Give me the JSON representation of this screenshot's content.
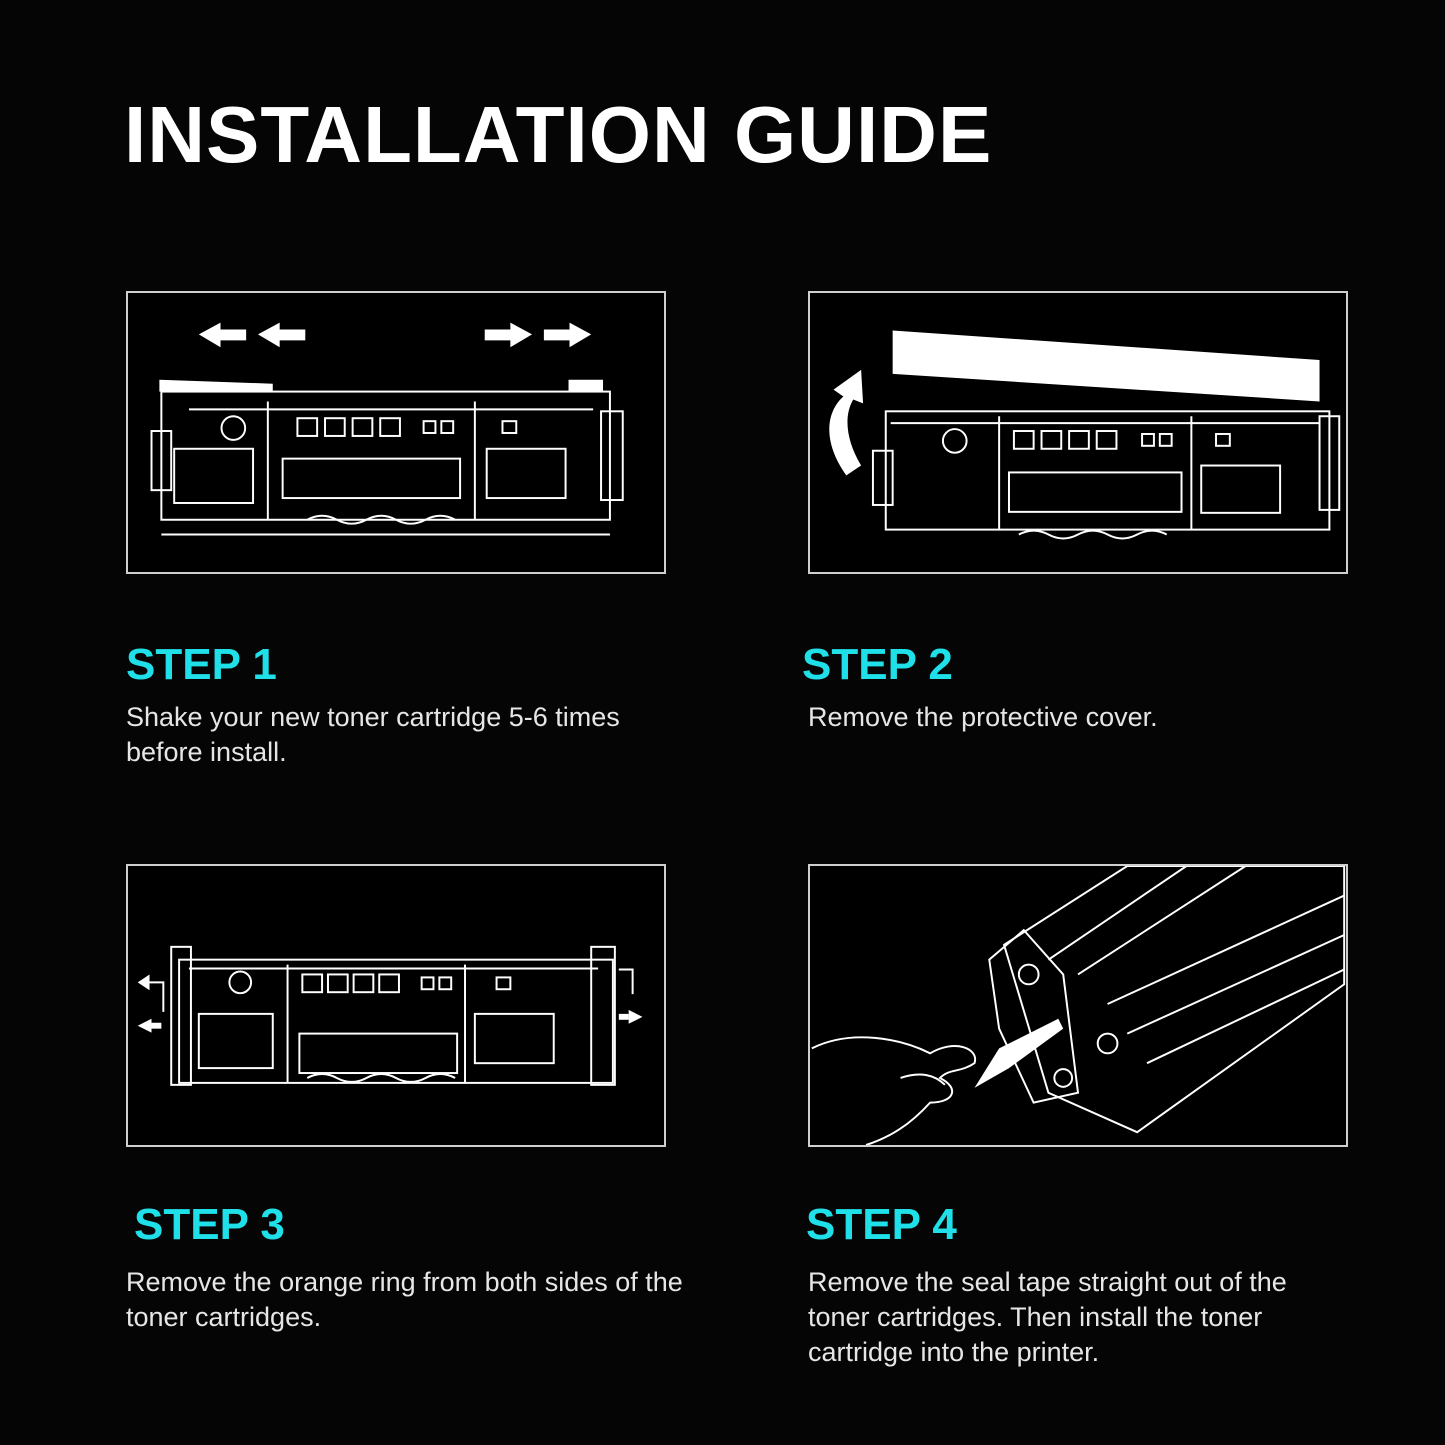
{
  "title": "INSTALLATION GUIDE",
  "steps": [
    {
      "label": "STEP 1",
      "text": "Shake your new toner cartridge 5-6 times before install."
    },
    {
      "label": "STEP 2",
      "text": "Remove the protective cover."
    },
    {
      "label": "STEP 3",
      "text": "Remove the orange ring from both sides of the toner cartridges."
    },
    {
      "label": "STEP 4",
      "text": "Remove the seal tape straight out of the toner cartridges. Then install the toner cartridge into the printer."
    }
  ],
  "colors": {
    "background": "#050505",
    "accent": "#1fe0e8",
    "text": "#e6e6e6",
    "line": "#ffffff"
  }
}
